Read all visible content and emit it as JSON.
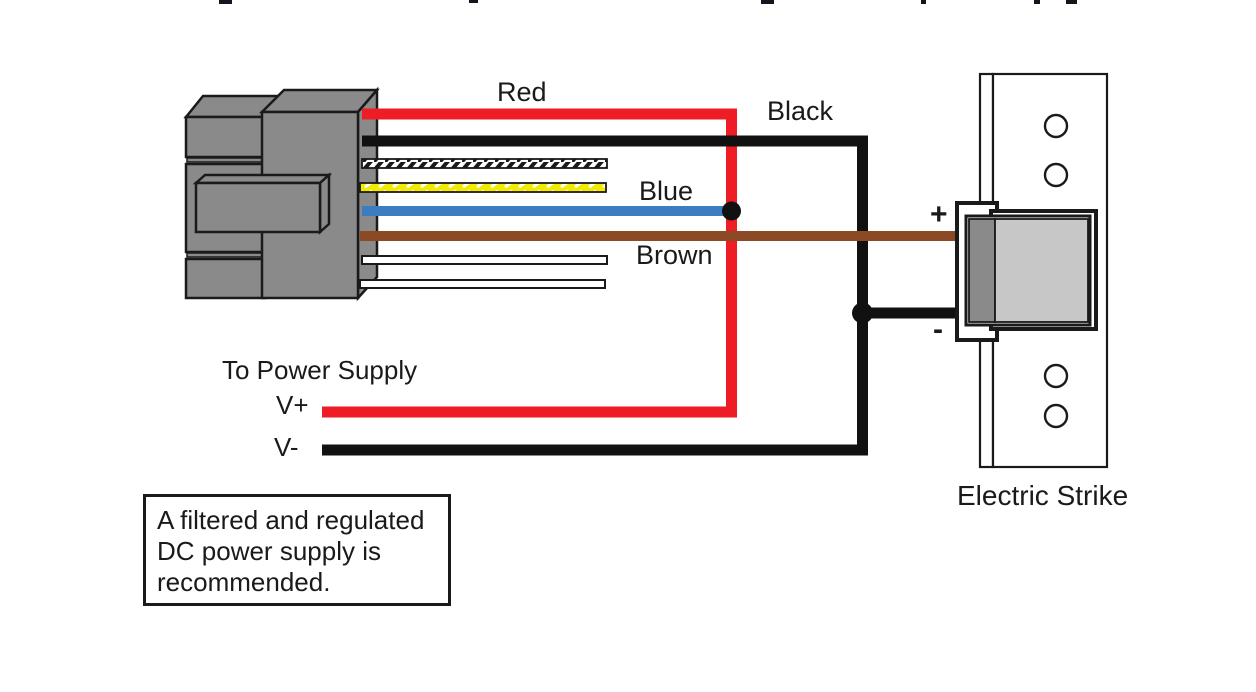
{
  "colors": {
    "outline": "#1a1a1a",
    "black": "#111111",
    "white": "#ffffff",
    "connector_gray": "#8a8a8a",
    "latch_dark": "#8a8a8a",
    "latch_light": "#c7c7c7"
  },
  "wires": [
    {
      "name": "red",
      "color": "#ee1c25",
      "label": "Red"
    },
    {
      "name": "black",
      "color": "#111111",
      "label": "Black"
    },
    {
      "name": "white-black-hatched",
      "color": "#ffffff"
    },
    {
      "name": "yellow-white-striped",
      "color": "#f2ea00"
    },
    {
      "name": "blue",
      "color": "#3c7dc2",
      "label": "Blue"
    },
    {
      "name": "brown",
      "color": "#8b4a25",
      "label": "Brown"
    },
    {
      "name": "white-plain-upper",
      "color": "#ffffff"
    },
    {
      "name": "white-plain-lower",
      "color": "#ffffff"
    }
  ],
  "labels": {
    "to_power_supply": "To Power Supply",
    "v_plus": "V+",
    "v_minus": "V-",
    "plus": "+",
    "minus": "-",
    "electric_strike": "Electric Strike"
  },
  "note": {
    "line1": "A filtered and regulated",
    "line2": "DC power supply is",
    "line3": "recommended."
  }
}
